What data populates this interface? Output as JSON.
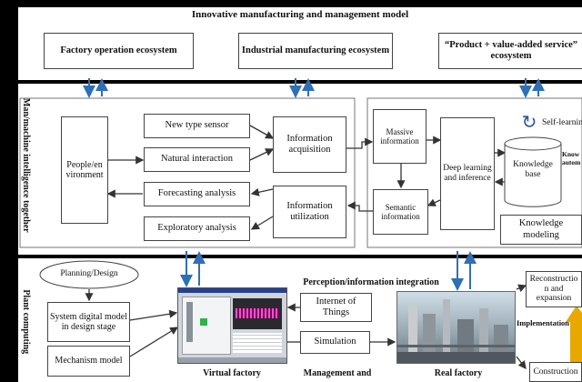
{
  "title": "Innovative manufacturing and management model",
  "top_ecosystems": {
    "factory": "Factory operation ecosystem",
    "industrial": "Industrial manufacturing ecosystem",
    "product": "“Product + value-added service” ecosystem"
  },
  "left_panel": {
    "side_label": "Man/machine intelligence together",
    "people_environment": "People/en vironment",
    "new_type_sensor": "New type sensor",
    "natural_interaction": "Natural interaction",
    "forecasting_analysis": "Forecasting analysis",
    "exploratory_analysis": "Exploratory analysis",
    "information_acquisition": "Information acquisition",
    "information_utilization": "Information utilization"
  },
  "right_panel": {
    "massive_information": "Massive information",
    "semantic_information": "Semantic information",
    "deep_learning": "Deep learning and inference",
    "knowledge_base": "Knowledge base",
    "knowledge_modeling": "Knowledge modeling",
    "self_learning": "Self-learning",
    "knowledge_automation": "Know autom",
    "refresh_icon": "refresh-cycle"
  },
  "bottom_panel": {
    "side_label": "Plant computing",
    "planning_design": "Planning/Design",
    "system_digital_model": "System digital model in design stage",
    "mechanism_model": "Mechanism model",
    "virtual_factory": "Virtual factory",
    "management_and": "Management and",
    "real_factory": "Real factory",
    "perception_integration": "Perception/information integration",
    "internet_of_things": "Internet of Things",
    "simulation": "Simulation",
    "reconstruction": "Reconstructio n and expansion",
    "implementation": "Implementation",
    "construction": "Construction"
  },
  "colors": {
    "arrow_blue": "#2f6fb5",
    "arrow_gray": "#333333",
    "implementation_arrow": "#e9a800"
  }
}
